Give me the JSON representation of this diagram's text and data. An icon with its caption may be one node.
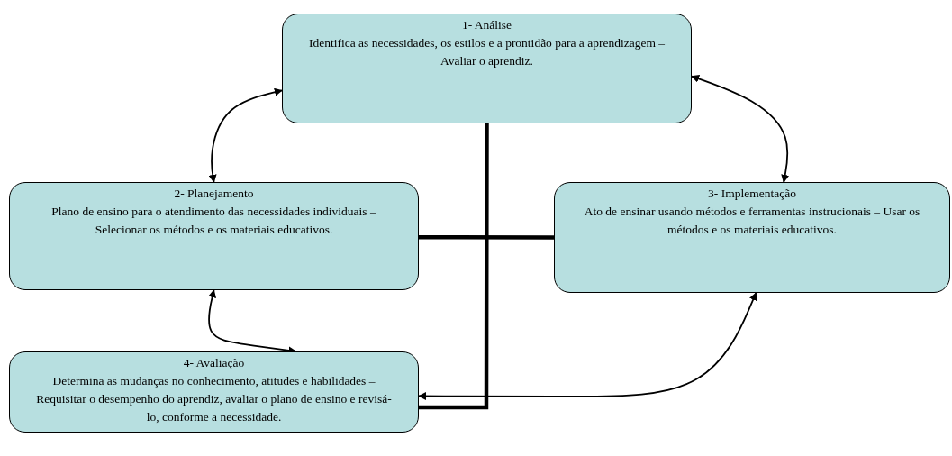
{
  "diagram": {
    "nodes": [
      {
        "text": [
          "1- Análise",
          "Identifica as necessidades, os estilos e a prontidão para a aprendizagem – Avaliar o aprendiz."
        ]
      },
      {
        "text": [
          "2- Planejamento",
          "Plano de ensino para o atendimento das necessidades individuais – Selecionar os métodos e os materiais educativos."
        ]
      },
      {
        "text": [
          "3- Implementação",
          "Ato de ensinar usando métodos e ferramentas instrucionais – Usar os métodos e os materiais educativos."
        ]
      },
      {
        "text": [
          "4- Avaliação",
          "Determina as mudanças no conhecimento, atitudes e habilidades – Requisitar o desempenho do aprendiz, avaliar o plano de ensino e revisá-lo, conforme a necessidade."
        ]
      }
    ],
    "edges": [
      {
        "from": 0,
        "to": 1,
        "arrow": "both"
      },
      {
        "from": 0,
        "to": 2,
        "arrow": "both"
      },
      {
        "from": 1,
        "to": 3,
        "arrow": "both"
      },
      {
        "from": 2,
        "to": 3,
        "arrow": "both"
      },
      {
        "from": 0,
        "to": 3,
        "arrow": "none",
        "style": "thick"
      },
      {
        "from": 1,
        "to": 2,
        "arrow": "none",
        "style": "thick"
      }
    ]
  }
}
